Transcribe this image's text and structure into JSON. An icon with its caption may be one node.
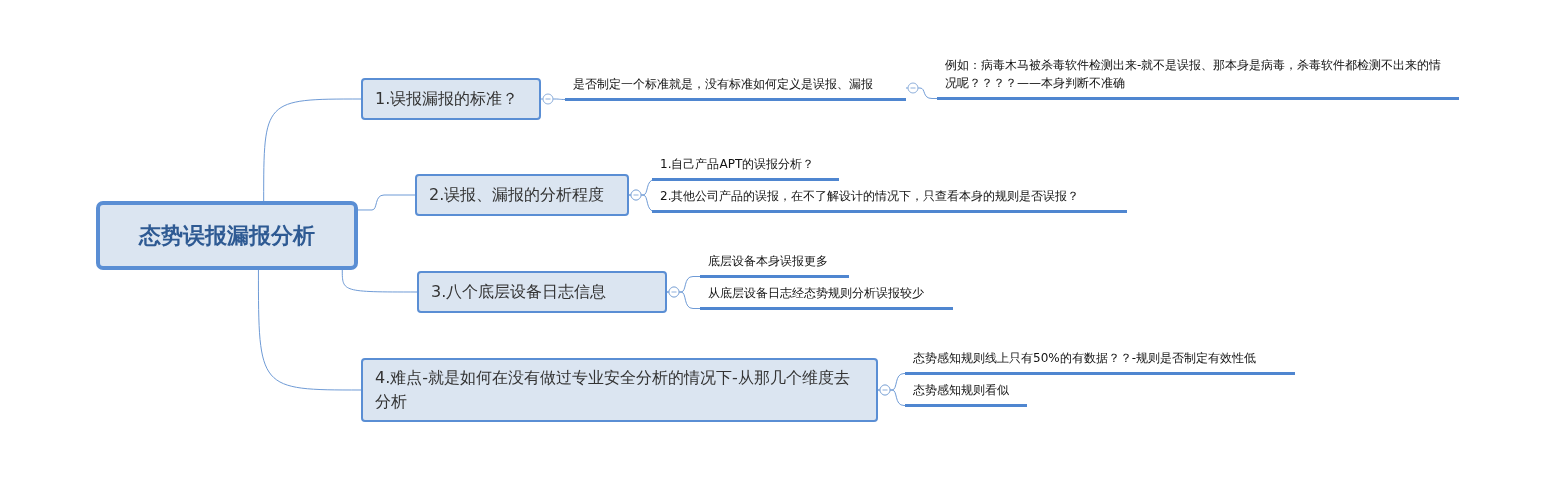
{
  "diagram": {
    "nodes": [
      {
        "text": [
          "态势误报漏报分析"
        ]
      },
      {
        "text": [
          "1.误报漏报的标准？"
        ]
      },
      {
        "text": [
          "是否制定一个标准就是，没有标准如何定义是误报、漏报"
        ]
      },
      {
        "text": [
          "例如：病毒木马被杀毒软件检测出来-就不是误报、那本身是病毒，杀毒软件都检测不出来的情况呢？？？？——本身判断不准确"
        ]
      },
      {
        "text": [
          "2.误报、漏报的分析程度"
        ]
      },
      {
        "text": [
          "1.自己产品APT的误报分析？"
        ]
      },
      {
        "text": [
          "2.其他公司产品的误报，在不了解设计的情况下，只查看本身的规则是否误报？"
        ]
      },
      {
        "text": [
          "3.八个底层设备日志信息"
        ]
      },
      {
        "text": [
          "底层设备本身误报更多"
        ]
      },
      {
        "text": [
          "从底层设备日志经态势规则分析误报较少"
        ]
      },
      {
        "text": [
          "4.难点-就是如何在没有做过专业安全分析的情况下-从那几个维度去分析"
        ]
      },
      {
        "text": [
          "态势感知规则线上只有50%的有数据？？-规则是否制定有效性低"
        ]
      },
      {
        "text": [
          "态势感知规则看似"
        ]
      }
    ],
    "edges": [
      {
        "from": 0,
        "to": 1,
        "arrow": "none"
      },
      {
        "from": 0,
        "to": 4,
        "arrow": "none"
      },
      {
        "from": 0,
        "to": 7,
        "arrow": "none"
      },
      {
        "from": 0,
        "to": 10,
        "arrow": "none"
      },
      {
        "from": 1,
        "to": 2,
        "arrow": "other"
      },
      {
        "from": 2,
        "to": 3,
        "arrow": "other"
      },
      {
        "from": 4,
        "to": 5,
        "arrow": "other"
      },
      {
        "from": 4,
        "to": 6,
        "arrow": "other"
      },
      {
        "from": 7,
        "to": 8,
        "arrow": "other"
      },
      {
        "from": 7,
        "to": 9,
        "arrow": "other"
      },
      {
        "from": 10,
        "to": 11,
        "arrow": "other"
      },
      {
        "from": 10,
        "to": 12,
        "arrow": "other"
      }
    ]
  }
}
